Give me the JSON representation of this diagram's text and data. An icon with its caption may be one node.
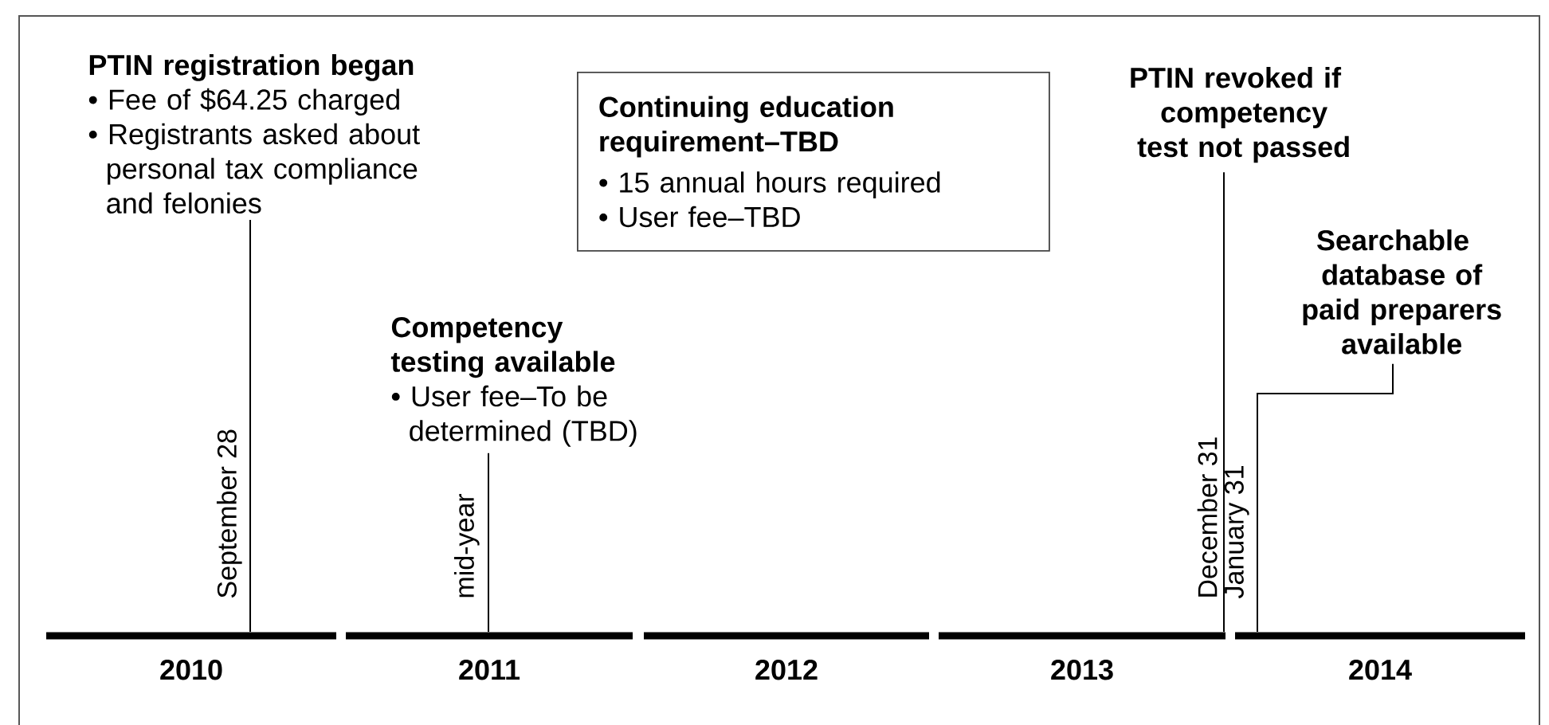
{
  "diagram": {
    "nodes": [
      {
        "text": [
          "PTIN registration began",
          "• Fee of $64.25 charged",
          "• Registrants asked about personal tax compliance and felonies"
        ]
      },
      {
        "text": [
          "Continuing education requirement–TBD",
          "• 15 annual hours required",
          "• User fee–TBD"
        ]
      },
      {
        "text": [
          "Competency testing available",
          "• User fee–To be determined (TBD)"
        ]
      },
      {
        "text": [
          "PTIN revoked if competency test not passed"
        ]
      },
      {
        "text": [
          "Searchable database of paid preparers available"
        ]
      },
      {
        "text": [
          "2010"
        ]
      },
      {
        "text": [
          "2011"
        ]
      },
      {
        "text": [
          "2012"
        ]
      },
      {
        "text": [
          "2013"
        ]
      },
      {
        "text": [
          "2014"
        ]
      }
    ],
    "edges": [
      {
        "from": 0,
        "to": 5,
        "arrow": "none",
        "label": "September 28"
      },
      {
        "from": 2,
        "to": 6,
        "arrow": "none",
        "label": "mid-year"
      },
      {
        "from": 3,
        "to": 8,
        "arrow": "none",
        "label": "December 31"
      },
      {
        "from": 4,
        "to": 9,
        "arrow": "none",
        "label": "January 31"
      }
    ]
  }
}
